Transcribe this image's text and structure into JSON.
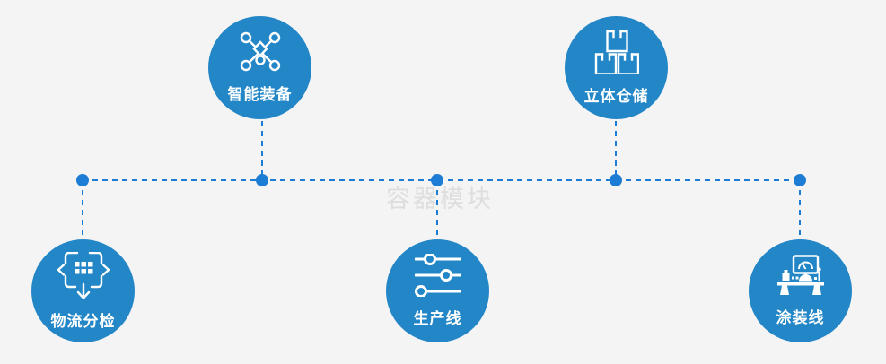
{
  "canvas": {
    "bg": "#f4f4f5",
    "node_color": "#2286c7",
    "connector_color": "#1d7cd4",
    "icon_color": "#ffffff",
    "watermark_color": "#dedede"
  },
  "watermark": {
    "text": "容器模块"
  },
  "nodes": [
    {
      "id": "smart-equipment",
      "label": "智能装备",
      "icon": "network-nodes-icon",
      "row": "top"
    },
    {
      "id": "stereo-warehouse",
      "label": "立体仓储",
      "icon": "stacked-boxes-icon",
      "row": "top"
    },
    {
      "id": "logistics-sorting",
      "label": "物流分检",
      "icon": "distribute-arrows-icon",
      "row": "bottom"
    },
    {
      "id": "production-line",
      "label": "生产线",
      "icon": "sliders-icon",
      "row": "bottom"
    },
    {
      "id": "coating-line",
      "label": "涂装线",
      "icon": "machine-monitor-icon",
      "row": "bottom"
    }
  ]
}
